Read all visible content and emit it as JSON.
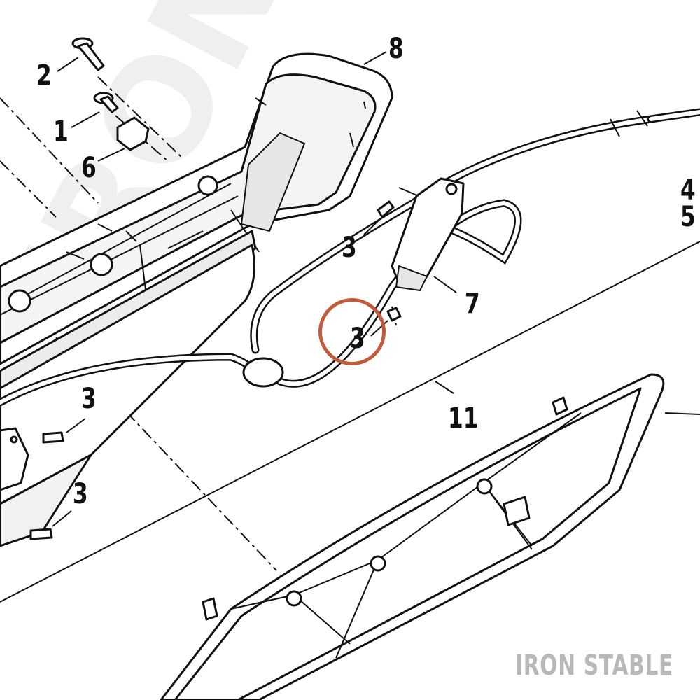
{
  "watermark": {
    "text": "IRON STABLE"
  },
  "brand": {
    "text": "IRON STABLE"
  },
  "callouts": [
    {
      "id": "c-8",
      "label": "8"
    },
    {
      "id": "c-2",
      "label": "2"
    },
    {
      "id": "c-1",
      "label": "1"
    },
    {
      "id": "c-6",
      "label": "6"
    },
    {
      "id": "c-4",
      "label": "4"
    },
    {
      "id": "c-5",
      "label": "5"
    },
    {
      "id": "c-3a",
      "label": "3"
    },
    {
      "id": "c-7",
      "label": "7"
    },
    {
      "id": "c-3b",
      "label": "3"
    },
    {
      "id": "c-11",
      "label": "11"
    },
    {
      "id": "c-3c",
      "label": "3"
    },
    {
      "id": "c-3d",
      "label": "3"
    }
  ],
  "colors": {
    "ink": "#111111",
    "highlight": "#c25a3c",
    "watermark": "#efefef",
    "brand": "#b8b8b8"
  }
}
